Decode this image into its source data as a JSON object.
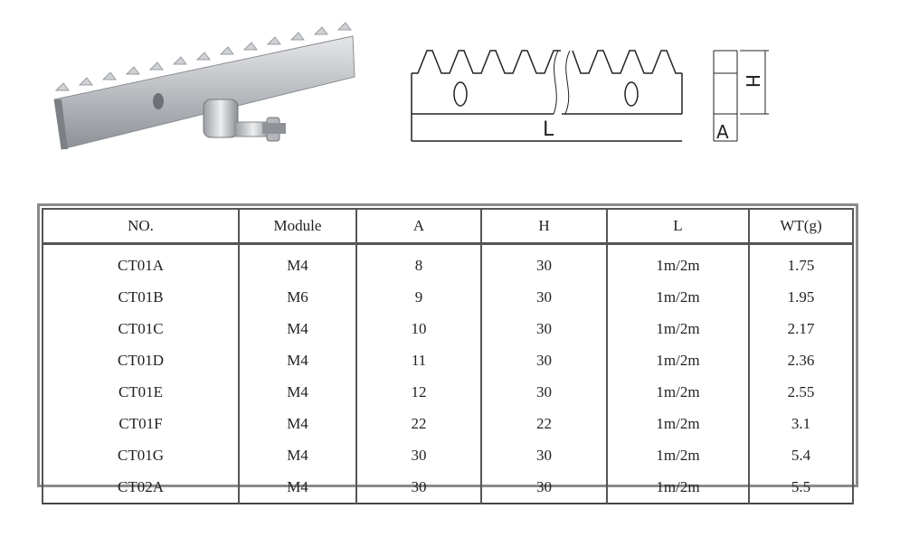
{
  "drawing": {
    "length_label": "L",
    "height_label": "H",
    "width_label": "A"
  },
  "table": {
    "headers": [
      "NO.",
      "Module",
      "A",
      "H",
      "L",
      "WT(g)"
    ],
    "rows": [
      [
        "CT01A",
        "M4",
        "8",
        "30",
        "1m/2m",
        "1.75"
      ],
      [
        "CT01B",
        "M6",
        "9",
        "30",
        "1m/2m",
        "1.95"
      ],
      [
        "CT01C",
        "M4",
        "10",
        "30",
        "1m/2m",
        "2.17"
      ],
      [
        "CT01D",
        "M4",
        "11",
        "30",
        "1m/2m",
        "2.36"
      ],
      [
        "CT01E",
        "M4",
        "12",
        "30",
        "1m/2m",
        "2.55"
      ],
      [
        "CT01F",
        "M4",
        "22",
        "22",
        "1m/2m",
        "3.1"
      ],
      [
        "CT01G",
        "M4",
        "30",
        "30",
        "1m/2m",
        "5.4"
      ],
      [
        "CT02A",
        "M4",
        "30",
        "30",
        "1m/2m",
        "5.5"
      ]
    ]
  }
}
